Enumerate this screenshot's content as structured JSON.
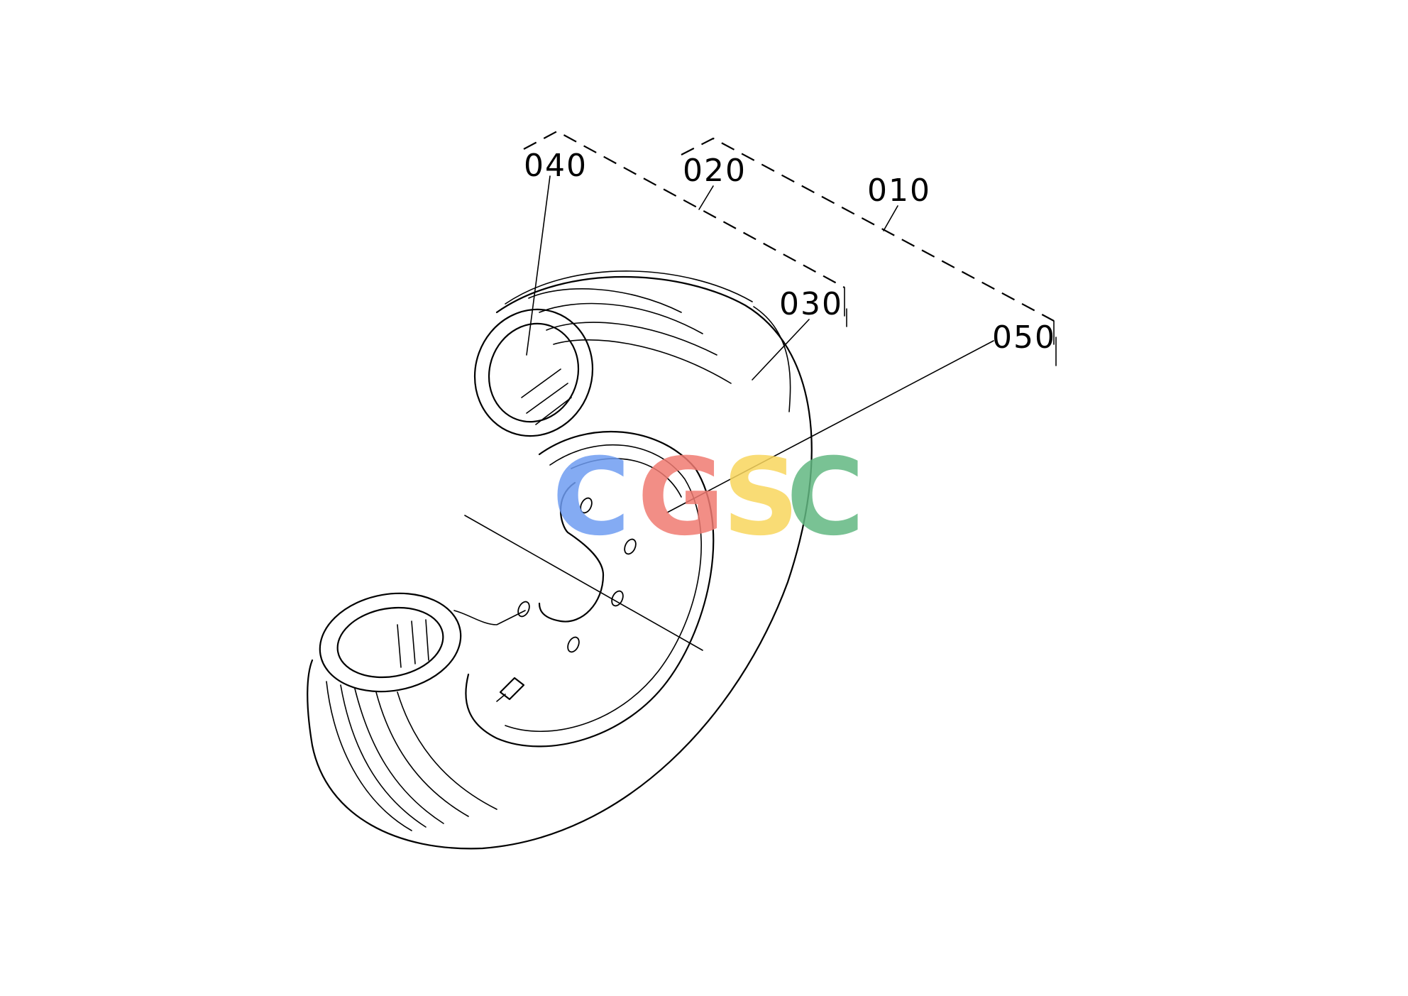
{
  "diagram": {
    "part_labels": [
      {
        "id": "label-040",
        "text": "040"
      },
      {
        "id": "label-020",
        "text": "020"
      },
      {
        "id": "label-010",
        "text": "010"
      },
      {
        "id": "label-030",
        "text": "030"
      },
      {
        "id": "label-050",
        "text": "050"
      }
    ]
  },
  "watermark": {
    "letters": [
      {
        "char": "C",
        "color": "#6f9df2"
      },
      {
        "char": "G",
        "color": "#f07b72"
      },
      {
        "char": "S",
        "color": "#f9d65e"
      },
      {
        "char": "C",
        "color": "#62b882"
      }
    ]
  }
}
